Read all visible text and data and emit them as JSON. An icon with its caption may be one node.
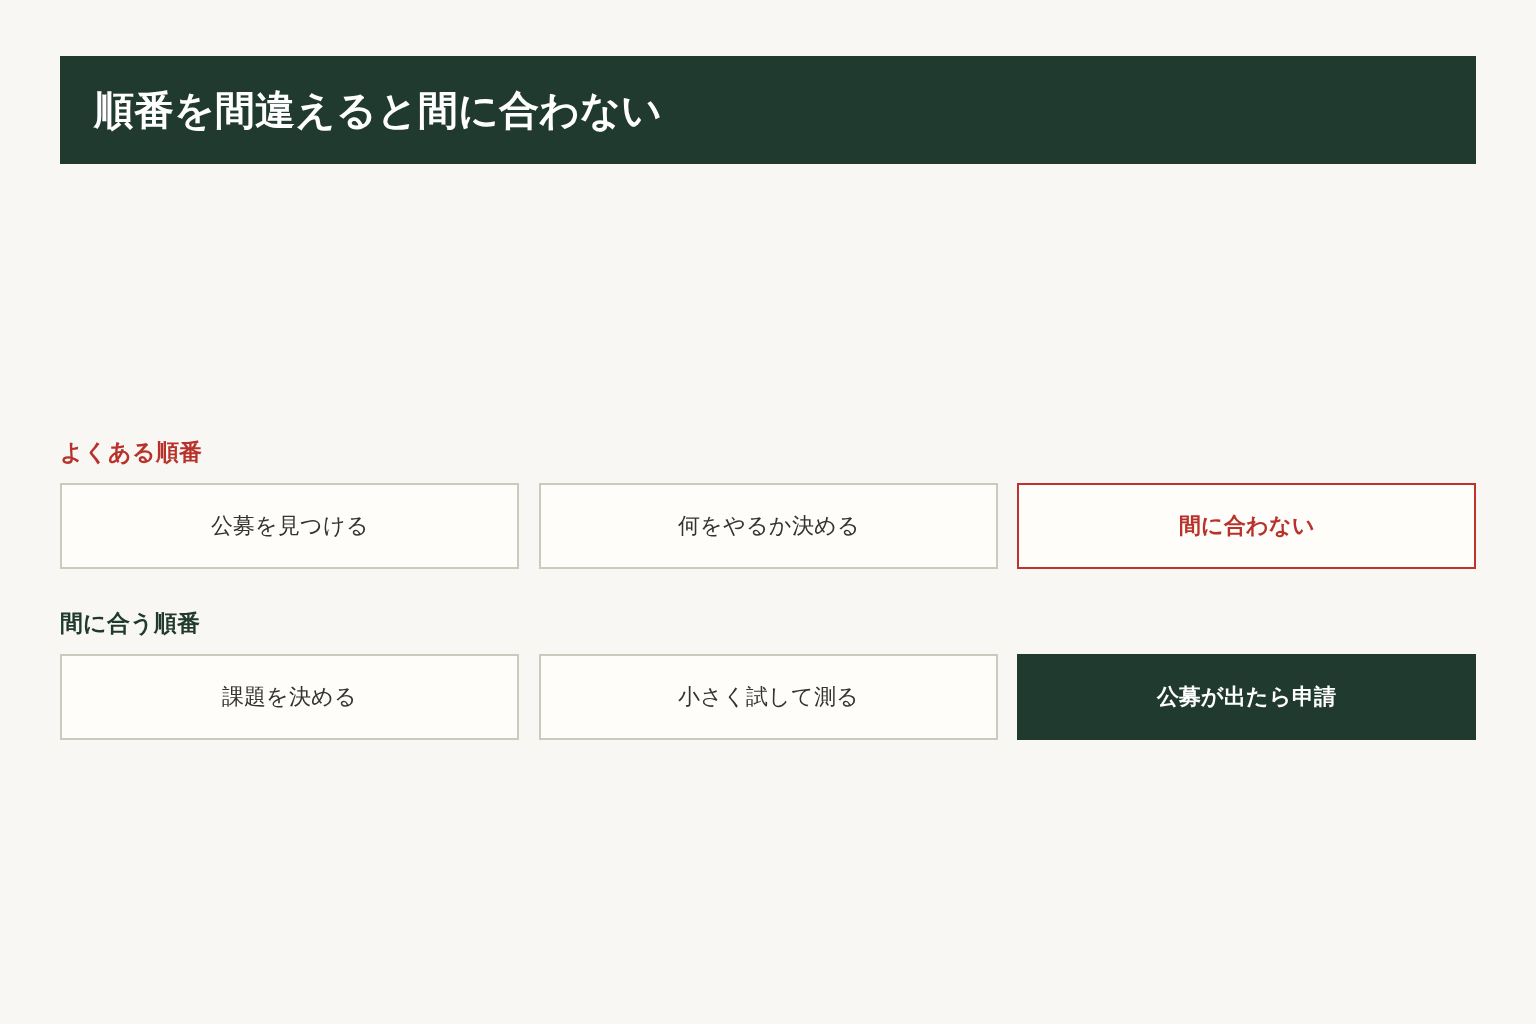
{
  "diagram": {
    "title": "順番を間違えると間に合わない",
    "nodes": [
      {
        "text": [
          "公募を見つける"
        ]
      },
      {
        "text": [
          "何をやるか決める"
        ]
      },
      {
        "text": [
          "間に合わない"
        ]
      },
      {
        "text": [
          "課題を決める"
        ]
      },
      {
        "text": [
          "小さく試して測る"
        ]
      },
      {
        "text": [
          "公募が出たら申請"
        ]
      }
    ],
    "labels": [
      "よくある順番",
      "間に合う順番"
    ]
  }
}
